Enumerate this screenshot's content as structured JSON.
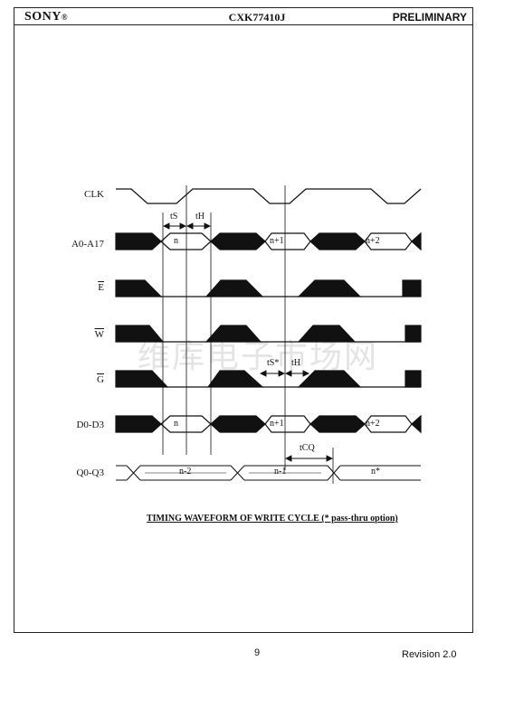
{
  "header": {
    "brand": "SONY",
    "brand_mark": "®",
    "part_number": "CXK77410J",
    "status": "PRELIMINARY"
  },
  "signals": [
    {
      "name": "CLK",
      "overline": false
    },
    {
      "name": "A0-A17",
      "overline": false
    },
    {
      "name": "E",
      "overline": true
    },
    {
      "name": "W",
      "overline": true
    },
    {
      "name": "G",
      "overline": true
    },
    {
      "name": "D0-D3",
      "overline": false
    },
    {
      "name": "Q0-Q3",
      "overline": false
    }
  ],
  "timing_labels": {
    "ts": "tS",
    "th": "tH",
    "ts_star": "tS*",
    "th2": "tH",
    "tcq": "tCQ"
  },
  "bus_labels": {
    "addr": [
      "n",
      "n+1",
      "n+2"
    ],
    "data": [
      "n",
      "n+1",
      "n+2"
    ],
    "out": [
      "n-2",
      "n-1",
      "n*"
    ]
  },
  "caption": "TIMING WAVEFORM OF WRITE CYCLE (* pass-thru option)",
  "watermark": "维库电子市场网",
  "footer": {
    "page_number": "9",
    "revision": "Revision 2.0"
  }
}
